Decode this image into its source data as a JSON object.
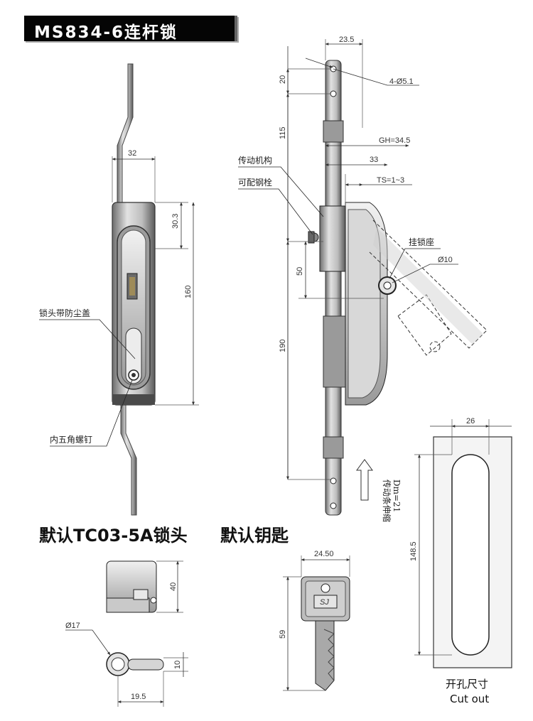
{
  "title": "MS834-6连杆锁",
  "front_view": {
    "dims": {
      "width": "32",
      "top": "30.3",
      "body": "160"
    },
    "callouts": {
      "dust_cover": "锁头带防尘盖",
      "screw": "内五角螺钉"
    }
  },
  "side_view": {
    "dims": {
      "top_width": "23.5",
      "hole_spacing": "20",
      "hole_spec": "4-Ø5.1",
      "upper": "115",
      "gh": "GH=34.5",
      "depth": "33",
      "ts": "TS=1~3",
      "mid": "50",
      "lower": "190",
      "ring": "Ø10"
    },
    "callouts": {
      "drive": "传动机构",
      "rod": "可配钢栓",
      "padlock_seat": "挂锁座"
    },
    "arrow_note": [
      "传动条伸缩",
      "Dm=21"
    ]
  },
  "cylinder": {
    "heading": "默认TC03-5A锁头",
    "dims": {
      "height": "40",
      "diameter": "Ø17",
      "cam": "10",
      "cam_len": "19.5"
    }
  },
  "key": {
    "heading": "默认钥匙",
    "dims": {
      "width": "24.50",
      "length": "59"
    },
    "logo": "SJ"
  },
  "cutout": {
    "dims": {
      "width": "26",
      "height": "148.5"
    },
    "label_cn": "开孔尺寸",
    "label_en": "Cut out"
  }
}
